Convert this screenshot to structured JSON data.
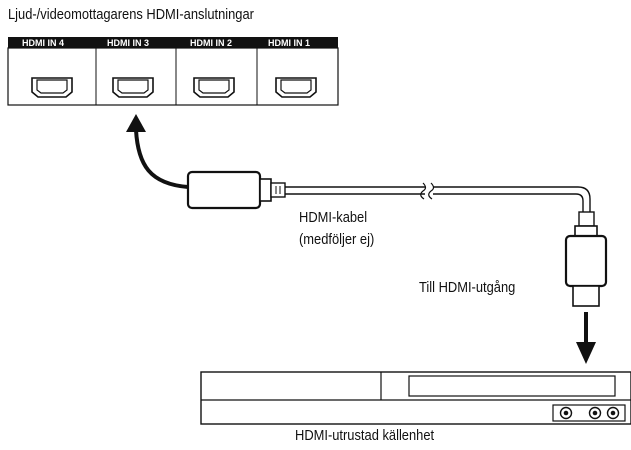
{
  "receiver": {
    "title": "Ljud-/videomottagarens HDMI-anslutningar",
    "ports": [
      {
        "label": "HDMI IN 4"
      },
      {
        "label": "HDMI IN 3",
        "connected": true
      },
      {
        "label": "HDMI IN 2"
      },
      {
        "label": "HDMI IN 1"
      }
    ]
  },
  "cable": {
    "label_line1": "HDMI-kabel",
    "label_line2": "(medföljer ej)"
  },
  "source": {
    "output_label": "Till HDMI-utgång",
    "device_label": "HDMI-utrustad källenhet"
  }
}
